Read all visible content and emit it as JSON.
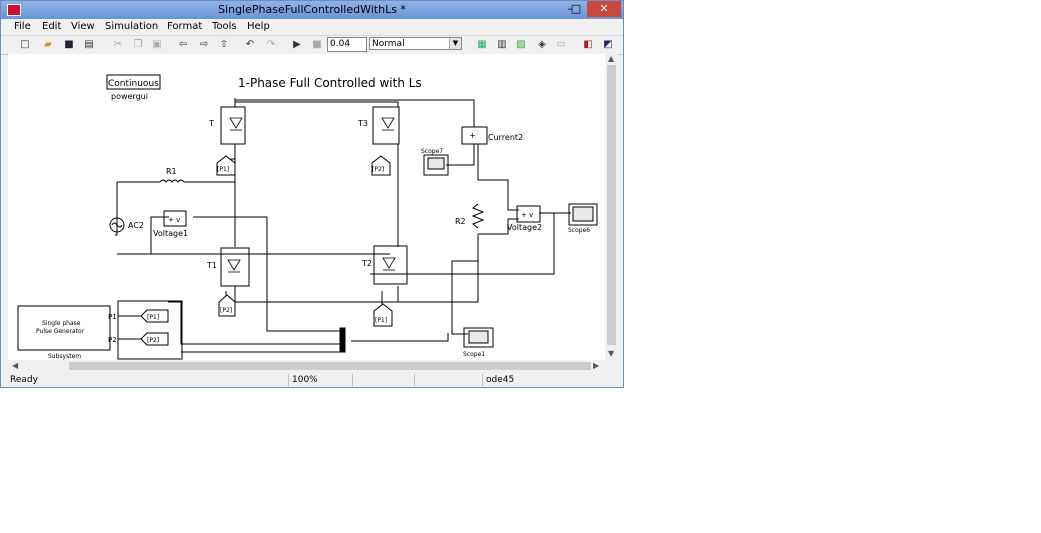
{
  "window": {
    "title": "SinglePhaseFullControlledWithLs *",
    "minimize": "–",
    "maximize": "□",
    "close": "✕"
  },
  "menu": [
    "File",
    "Edit",
    "View",
    "Simulation",
    "Format",
    "Tools",
    "Help"
  ],
  "toolbar": {
    "stop_time": "0.04",
    "sim_mode": "Normal"
  },
  "diagram": {
    "title": "1-Phase Full Controlled with Ls",
    "powergui_box": "Continuous",
    "powergui_label": "powergui",
    "thyristors": [
      "T",
      "T3",
      "T1",
      "T2"
    ],
    "resistors": [
      "R1",
      "R2"
    ],
    "source": "AC2",
    "voltmeters": [
      "Voltage1",
      "Voltage2"
    ],
    "current": "Current2",
    "scopes": [
      "Scope7",
      "Scope6",
      "Scope1"
    ],
    "goto_tags": [
      "[P1]",
      "[P2]",
      "[P2]",
      "[P1]",
      "[P1]",
      "[P2]"
    ],
    "subsystem_text": [
      "Single phase",
      "Pulse Generator"
    ],
    "subsystem_label": "Subsystem",
    "ports": [
      "P1",
      "P2"
    ]
  },
  "status": {
    "ready": "Ready",
    "zoom": "100%",
    "solver": "ode45"
  }
}
